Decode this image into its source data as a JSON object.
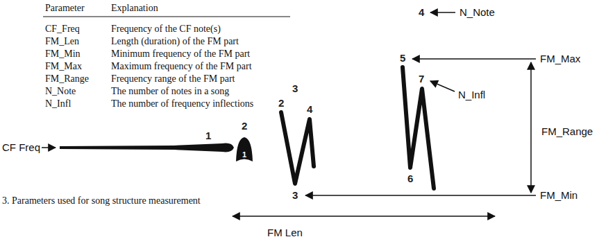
{
  "diagram": {
    "caption": "3. Parameters used for song structure measurement",
    "labels": [
      "Parameter",
      "Explanation",
      "CF_Freq",
      "Frequency of the CF note(s)",
      "FM_Len",
      "Length (duration) of the FM part",
      "FM_Min",
      "Minimum frequency of the FM part",
      "FM_Max",
      "Maximum frequency of the FM part",
      "FM_Range",
      "Frequency range of the FM part",
      "N_Note",
      "The number of notes in a song",
      "N_Infl",
      "The number of frequency inflections",
      "CF Freq",
      "1",
      "2",
      "1",
      "3",
      "2",
      "3",
      "4",
      "4",
      "N_Note",
      "5",
      "6",
      "7",
      "FM_Max",
      "N_Infl",
      "FM_Range",
      "FM_Min",
      "FM Len"
    ]
  }
}
